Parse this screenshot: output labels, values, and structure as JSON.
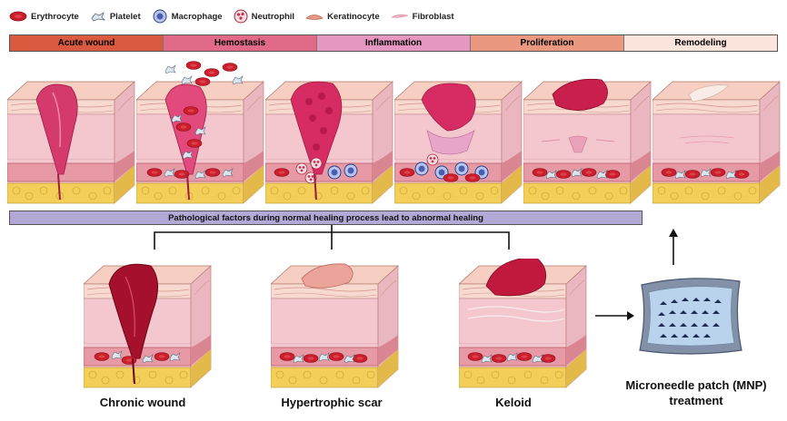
{
  "legend": {
    "items": [
      {
        "label": "Erythrocyte",
        "icon": "erythrocyte-icon",
        "color": "#cc1f2d"
      },
      {
        "label": "Platelet",
        "icon": "platelet-icon",
        "color": "#dbe6ee"
      },
      {
        "label": "Macrophage",
        "icon": "macrophage-icon",
        "color": "#6f86c9"
      },
      {
        "label": "Neutrophil",
        "icon": "neutrophil-icon",
        "color": "#c2334b"
      },
      {
        "label": "Keratinocyte",
        "icon": "keratinocyte-icon",
        "color": "#e79a86"
      },
      {
        "label": "Fibroblast",
        "icon": "fibroblast-icon",
        "color": "#f2b6c2"
      }
    ]
  },
  "stages": [
    {
      "label": "Acute wound",
      "bg": "#d95a3f",
      "fg": "#111111"
    },
    {
      "label": "Hemostasis",
      "bg": "#e06a88",
      "fg": "#111111"
    },
    {
      "label": "Inflammation",
      "bg": "#e596c1",
      "fg": "#111111"
    },
    {
      "label": "Proliferation",
      "bg": "#ea9980",
      "fg": "#111111"
    },
    {
      "label": "Remodeling",
      "bg": "#fbe4dc",
      "fg": "#111111"
    }
  ],
  "banner": {
    "text": "Pathological factors during normal healing process lead to abnormal healing"
  },
  "outcomes": [
    {
      "label": "Chronic wound"
    },
    {
      "label": "Hypertrophic scar"
    },
    {
      "label": "Keloid"
    }
  ],
  "treatment": {
    "label_line1": "Microneedle patch (MNP)",
    "label_line2": "treatment"
  },
  "colors": {
    "skin_top": "#f6cfc2",
    "dermis": "#f4c7cf",
    "fat": "#f3cf5a",
    "vessel": "#e79aa5",
    "wound": "#d43a6c",
    "dark_wound": "#a5102c",
    "scar": "#eba39a",
    "keloid": "#c0183f",
    "patch": "#8391a8"
  }
}
